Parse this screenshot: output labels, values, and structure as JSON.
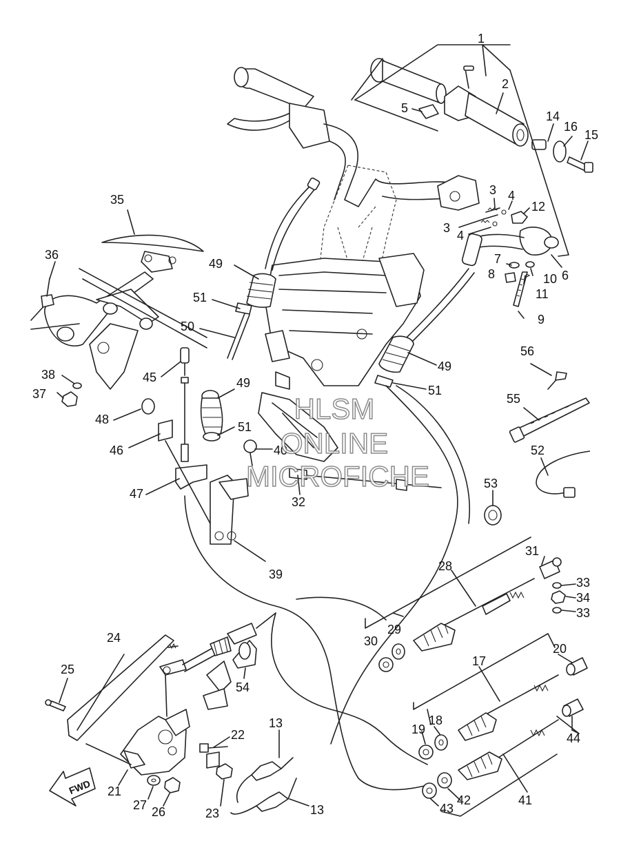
{
  "watermark": [
    "HLSM",
    "ONLINE",
    "MICROFICHE"
  ],
  "direction_label": "FWD",
  "callouts": [
    {
      "id": "c1",
      "text": "1"
    },
    {
      "id": "c2",
      "text": "2"
    },
    {
      "id": "c3a",
      "text": "3"
    },
    {
      "id": "c3b",
      "text": "3"
    },
    {
      "id": "c4a",
      "text": "4"
    },
    {
      "id": "c4b",
      "text": "4"
    },
    {
      "id": "c5",
      "text": "5"
    },
    {
      "id": "c6",
      "text": "6"
    },
    {
      "id": "c7",
      "text": "7"
    },
    {
      "id": "c8",
      "text": "8"
    },
    {
      "id": "c9",
      "text": "9"
    },
    {
      "id": "c10",
      "text": "10"
    },
    {
      "id": "c11",
      "text": "11"
    },
    {
      "id": "c12",
      "text": "12"
    },
    {
      "id": "c13a",
      "text": "13"
    },
    {
      "id": "c13b",
      "text": "13"
    },
    {
      "id": "c14",
      "text": "14"
    },
    {
      "id": "c15",
      "text": "15"
    },
    {
      "id": "c16",
      "text": "16"
    },
    {
      "id": "c17",
      "text": "17"
    },
    {
      "id": "c18",
      "text": "18"
    },
    {
      "id": "c19",
      "text": "19"
    },
    {
      "id": "c20",
      "text": "20"
    },
    {
      "id": "c21",
      "text": "21"
    },
    {
      "id": "c22",
      "text": "22"
    },
    {
      "id": "c23",
      "text": "23"
    },
    {
      "id": "c24",
      "text": "24"
    },
    {
      "id": "c25",
      "text": "25"
    },
    {
      "id": "c26",
      "text": "26"
    },
    {
      "id": "c27",
      "text": "27"
    },
    {
      "id": "c28",
      "text": "28"
    },
    {
      "id": "c29",
      "text": "29"
    },
    {
      "id": "c30",
      "text": "30"
    },
    {
      "id": "c31",
      "text": "31"
    },
    {
      "id": "c32",
      "text": "32"
    },
    {
      "id": "c33a",
      "text": "33"
    },
    {
      "id": "c33b",
      "text": "33"
    },
    {
      "id": "c34",
      "text": "34"
    },
    {
      "id": "c35",
      "text": "35"
    },
    {
      "id": "c36",
      "text": "36"
    },
    {
      "id": "c37",
      "text": "37"
    },
    {
      "id": "c38",
      "text": "38"
    },
    {
      "id": "c39",
      "text": "39"
    },
    {
      "id": "c40",
      "text": "40"
    },
    {
      "id": "c41",
      "text": "41"
    },
    {
      "id": "c42",
      "text": "42"
    },
    {
      "id": "c43",
      "text": "43"
    },
    {
      "id": "c44",
      "text": "44"
    },
    {
      "id": "c45",
      "text": "45"
    },
    {
      "id": "c46",
      "text": "46"
    },
    {
      "id": "c47",
      "text": "47"
    },
    {
      "id": "c48",
      "text": "48"
    },
    {
      "id": "c49a",
      "text": "49"
    },
    {
      "id": "c49b",
      "text": "49"
    },
    {
      "id": "c49c",
      "text": "49"
    },
    {
      "id": "c50",
      "text": "50"
    },
    {
      "id": "c51a",
      "text": "51"
    },
    {
      "id": "c51b",
      "text": "51"
    },
    {
      "id": "c51c",
      "text": "51"
    },
    {
      "id": "c52",
      "text": "52"
    },
    {
      "id": "c53",
      "text": "53"
    },
    {
      "id": "c54",
      "text": "54"
    },
    {
      "id": "c55",
      "text": "55"
    },
    {
      "id": "c56",
      "text": "56"
    }
  ]
}
